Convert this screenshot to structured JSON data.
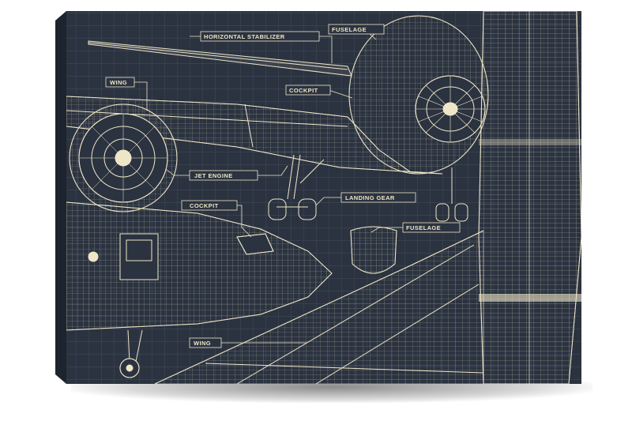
{
  "labels": {
    "horizontal_stabilizer": "HORIZONTAL STABILIZER",
    "fuselage_top": "FUSELAGE",
    "wing_top": "WING",
    "cockpit_top": "COCKPIT",
    "jet_engine": "JET ENGINE",
    "landing_gear": "LANDING GEAR",
    "cockpit_mid": "COCKPIT",
    "fuselage_mid": "FUSELAGE",
    "wing_bottom": "WING"
  },
  "colors": {
    "background": "#2b3340",
    "line": "#efe6c8",
    "grid": "#4a5363",
    "canvas_side": "#1e242e",
    "page": "#ffffff"
  }
}
